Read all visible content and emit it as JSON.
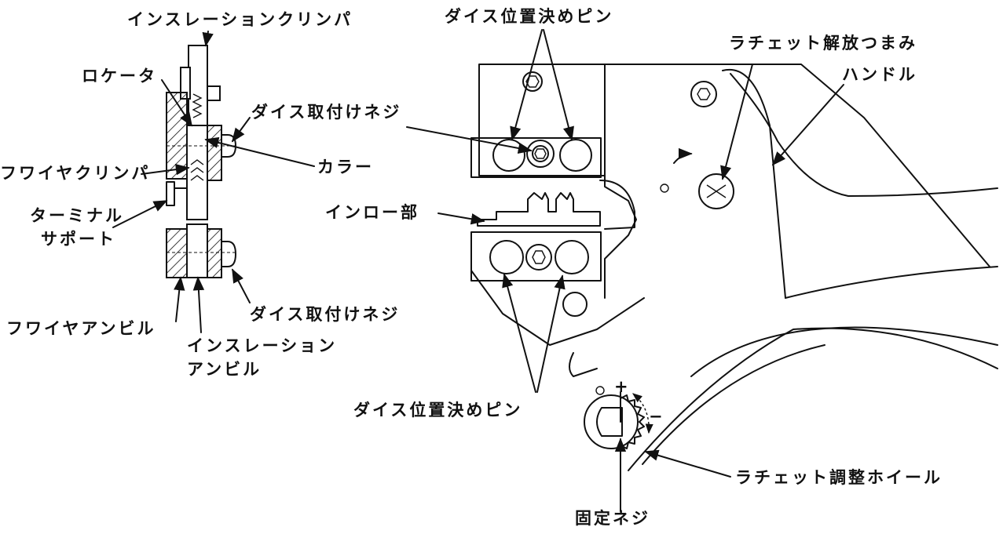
{
  "colors": {
    "line": "#111111",
    "background": "#ffffff"
  },
  "labels": {
    "insulation_crimper": "インスレーションクリンパ",
    "locator": "ロケータ",
    "die_screw_top": "ダイス取付けネジ",
    "collar": "カラー",
    "wire_crimper": "フワイヤクリンパ",
    "terminal_support_1": "ターミナル",
    "terminal_support_2": "サポート",
    "die_screw_bottom": "ダイス取付けネジ",
    "wire_anvil": "フワイヤアンビル",
    "insulation_anvil_1": "インスレーション",
    "insulation_anvil_2": "アンビル",
    "locating_pins_top": "ダイス位置決めピン",
    "inlay_part": "インロー部",
    "locating_pins_bottom": "ダイス位置決めピン",
    "ratchet_release": "ラチェット解放つまみ",
    "handle": "ハンドル",
    "ratchet_wheel": "ラチェット調整ホイール",
    "fixing_screw": "固定ネジ",
    "plus_sign": "+",
    "minus_sign": "−"
  }
}
